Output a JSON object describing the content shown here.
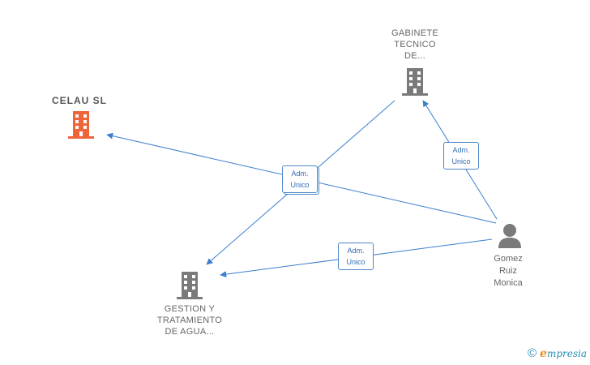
{
  "colors": {
    "edge": "#3b7fd0",
    "building_default": "#7a7a7a",
    "building_highlight": "#f0643a",
    "person": "#7a7a7a"
  },
  "nodes": {
    "celau": {
      "label": "CELAU  SL",
      "icon": "building-icon"
    },
    "gabinete": {
      "label": "GABINETE\nTECNICO\nDE...",
      "icon": "building-icon"
    },
    "gestion": {
      "label": "GESTION Y\nTRATAMIENTO\nDE AGUA...",
      "icon": "building-icon"
    },
    "gomez": {
      "label": "Gomez\nRuiz\nMonica",
      "icon": "person-icon"
    }
  },
  "edge_labels": {
    "center": {
      "line1": "Adm.",
      "line2": "Unico"
    },
    "gabinete": {
      "line1": "Adm.",
      "line2": "Unico"
    },
    "gestion": {
      "line1": "Adm.",
      "line2": "Unico"
    }
  },
  "footer": {
    "copyright_symbol": "©",
    "brand_initial": "e",
    "brand_rest": "mpresia"
  }
}
